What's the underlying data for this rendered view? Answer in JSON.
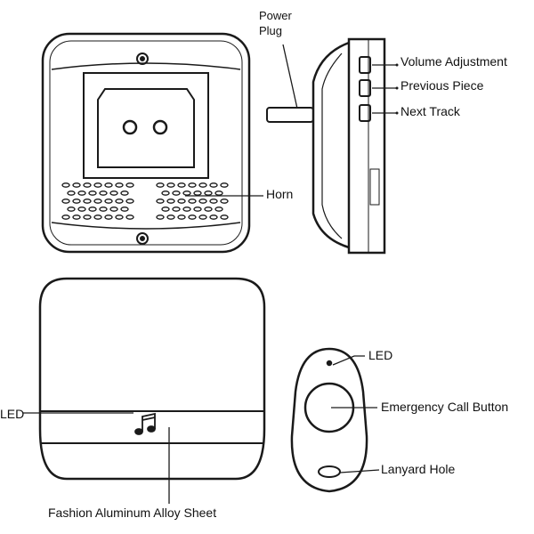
{
  "labels": {
    "power_plug": "Power Plug",
    "volume_adjustment": "Volume Adjustment",
    "previous_piece": "Previous Piece",
    "next_track": "Next Track",
    "horn": "Horn",
    "led_receiver": "LED",
    "fashion_sheet": "Fashion Aluminum Alloy Sheet",
    "led_button": "LED",
    "emergency_call_button": "Emergency Call Button",
    "lanyard_hole": "Lanyard Hole"
  },
  "colors": {
    "ink": "#1a1a1a",
    "fill_dark": "#2b2b2b",
    "paper": "#ffffff"
  },
  "icons": [
    "music-note-icon"
  ]
}
